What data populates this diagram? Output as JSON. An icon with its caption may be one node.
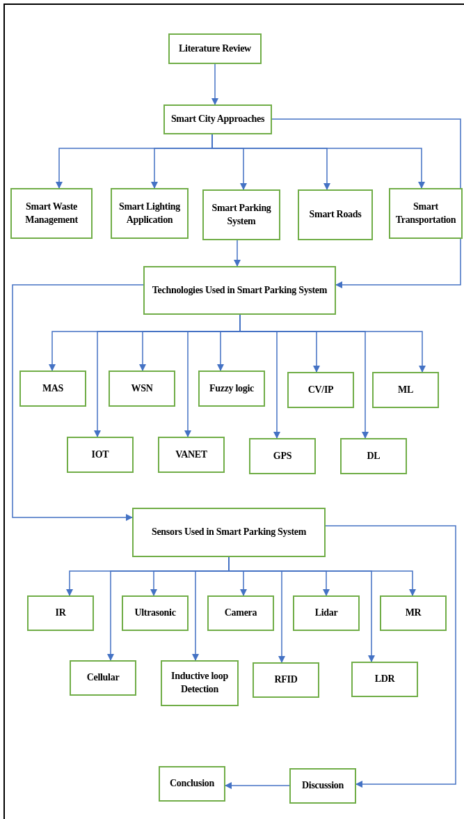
{
  "diagram": {
    "nodes": [
      {
        "text": [
          "Literature Review"
        ]
      },
      {
        "text": [
          "Smart City Approaches"
        ]
      },
      {
        "text": [
          "Smart Waste Management"
        ]
      },
      {
        "text": [
          "Smart Lighting Application"
        ]
      },
      {
        "text": [
          "Smart Parking System"
        ]
      },
      {
        "text": [
          "Smart Roads"
        ]
      },
      {
        "text": [
          "Smart Transportation"
        ]
      },
      {
        "text": [
          "Technologies Used in Smart Parking System"
        ]
      },
      {
        "text": [
          "MAS"
        ]
      },
      {
        "text": [
          "WSN"
        ]
      },
      {
        "text": [
          "Fuzzy logic"
        ]
      },
      {
        "text": [
          "CV/IP"
        ]
      },
      {
        "text": [
          "ML"
        ]
      },
      {
        "text": [
          "IOT"
        ]
      },
      {
        "text": [
          "VANET"
        ]
      },
      {
        "text": [
          "GPS"
        ]
      },
      {
        "text": [
          "DL"
        ]
      },
      {
        "text": [
          "Sensors Used in Smart Parking System"
        ]
      },
      {
        "text": [
          "IR"
        ]
      },
      {
        "text": [
          "Ultrasonic"
        ]
      },
      {
        "text": [
          "Camera"
        ]
      },
      {
        "text": [
          "Lidar"
        ]
      },
      {
        "text": [
          "MR"
        ]
      },
      {
        "text": [
          "Cellular"
        ]
      },
      {
        "text": [
          "Inductive loop Detection"
        ]
      },
      {
        "text": [
          "RFID"
        ]
      },
      {
        "text": [
          "LDR"
        ]
      },
      {
        "text": [
          "Conclusion"
        ]
      },
      {
        "text": [
          "Discussion"
        ]
      }
    ],
    "edges": [
      {
        "from": 0,
        "to": 1,
        "arrow": "to"
      },
      {
        "from": 1,
        "to": 2,
        "arrow": "to"
      },
      {
        "from": 1,
        "to": 3,
        "arrow": "to"
      },
      {
        "from": 1,
        "to": 4,
        "arrow": "to"
      },
      {
        "from": 1,
        "to": 5,
        "arrow": "to"
      },
      {
        "from": 1,
        "to": 6,
        "arrow": "to"
      },
      {
        "from": 4,
        "to": 7,
        "arrow": "to"
      },
      {
        "from": 1,
        "to": 7,
        "arrow": "to"
      },
      {
        "from": 7,
        "to": 8,
        "arrow": "to"
      },
      {
        "from": 7,
        "to": 13,
        "arrow": "to"
      },
      {
        "from": 7,
        "to": 9,
        "arrow": "to"
      },
      {
        "from": 7,
        "to": 14,
        "arrow": "to"
      },
      {
        "from": 7,
        "to": 10,
        "arrow": "to"
      },
      {
        "from": 7,
        "to": 15,
        "arrow": "to"
      },
      {
        "from": 7,
        "to": 11,
        "arrow": "to"
      },
      {
        "from": 7,
        "to": 16,
        "arrow": "to"
      },
      {
        "from": 7,
        "to": 12,
        "arrow": "to"
      },
      {
        "from": 7,
        "to": 17,
        "arrow": "to"
      },
      {
        "from": 17,
        "to": 18,
        "arrow": "to"
      },
      {
        "from": 17,
        "to": 23,
        "arrow": "to"
      },
      {
        "from": 17,
        "to": 19,
        "arrow": "to"
      },
      {
        "from": 17,
        "to": 24,
        "arrow": "to"
      },
      {
        "from": 17,
        "to": 20,
        "arrow": "to"
      },
      {
        "from": 17,
        "to": 25,
        "arrow": "to"
      },
      {
        "from": 17,
        "to": 21,
        "arrow": "to"
      },
      {
        "from": 17,
        "to": 26,
        "arrow": "to"
      },
      {
        "from": 17,
        "to": 22,
        "arrow": "to"
      },
      {
        "from": 17,
        "to": 28,
        "arrow": "to"
      },
      {
        "from": 28,
        "to": 27,
        "arrow": "to"
      }
    ]
  }
}
